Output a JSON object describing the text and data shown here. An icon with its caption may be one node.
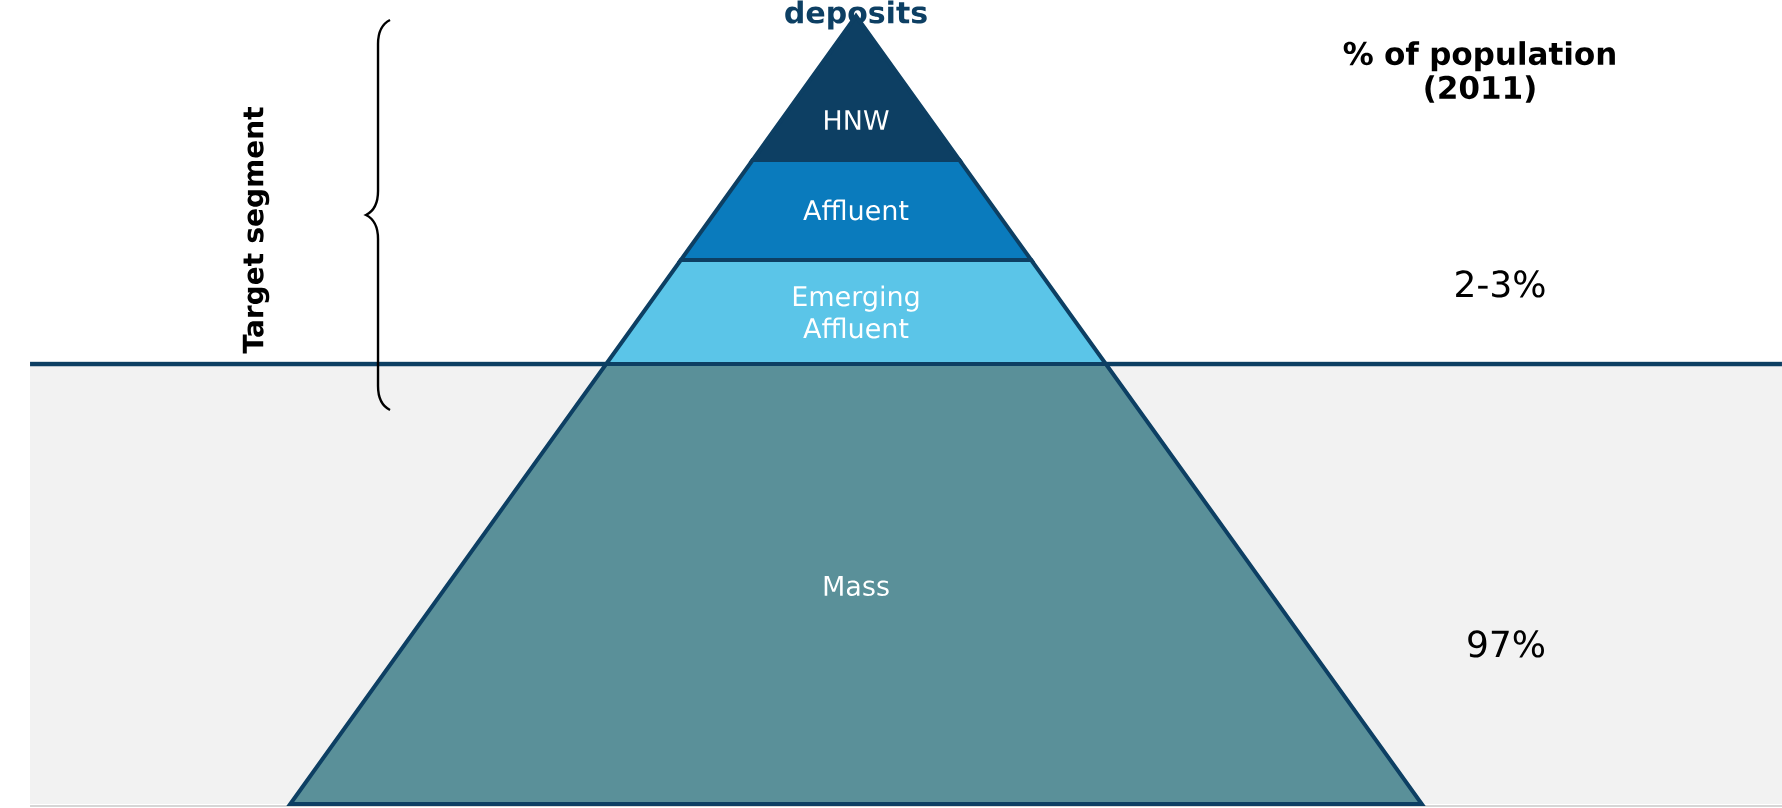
{
  "diagram": {
    "title": "deposits",
    "nodes": [
      {
        "text": [
          "HNW"
        ]
      },
      {
        "text": [
          "Affluent"
        ]
      },
      {
        "text": [
          "Emerging Affluent"
        ]
      },
      {
        "text": [
          "Mass"
        ]
      }
    ],
    "labels": [
      "Target segment",
      "% of population (2011)",
      "2-3%",
      "97%"
    ]
  }
}
